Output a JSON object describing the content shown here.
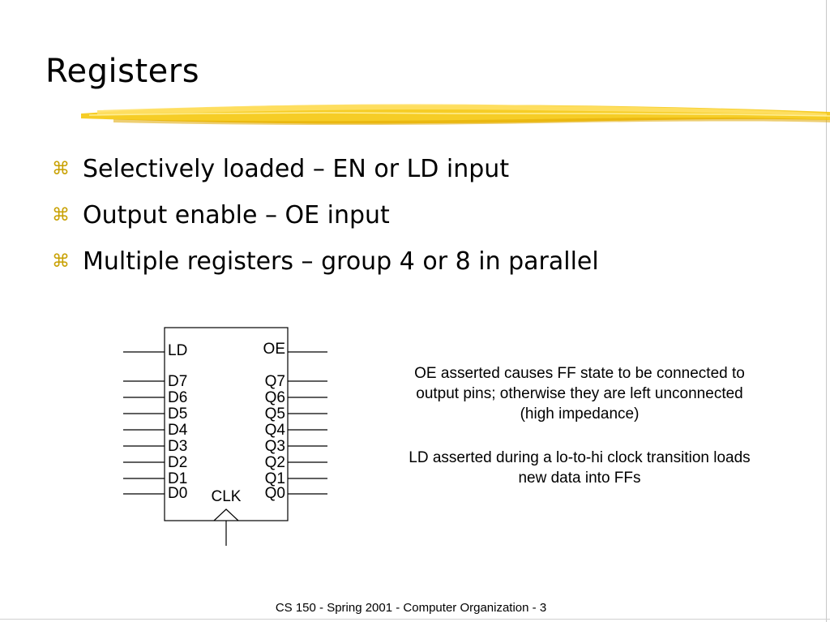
{
  "slide": {
    "title": "Registers",
    "bullets": [
      {
        "icon": "⌘",
        "text": "Selectively loaded – EN or LD input"
      },
      {
        "icon": "⌘",
        "text": "Output enable – OE input"
      },
      {
        "icon": "⌘",
        "text": "Multiple registers – group 4 or 8 in parallel"
      }
    ],
    "accent_color": "#f5c400",
    "bullet_color": "#c8a000"
  },
  "diagram": {
    "left_labels": [
      "LD",
      "D7",
      "D6",
      "D5",
      "D4",
      "D3",
      "D2",
      "D1",
      "D0"
    ],
    "right_labels": [
      "OE",
      "Q7",
      "Q6",
      "Q5",
      "Q4",
      "Q3",
      "Q2",
      "Q1",
      "Q0"
    ],
    "clock_label": "CLK"
  },
  "notes": {
    "oe_note": "OE asserted causes FF state to be connected to output pins; otherwise they are left unconnected (high impedance)",
    "ld_note": "LD asserted during a lo-to-hi clock transition loads new data into FFs"
  },
  "footer": {
    "text": "CS 150 - Spring 2001 - Computer Organization - 3"
  }
}
